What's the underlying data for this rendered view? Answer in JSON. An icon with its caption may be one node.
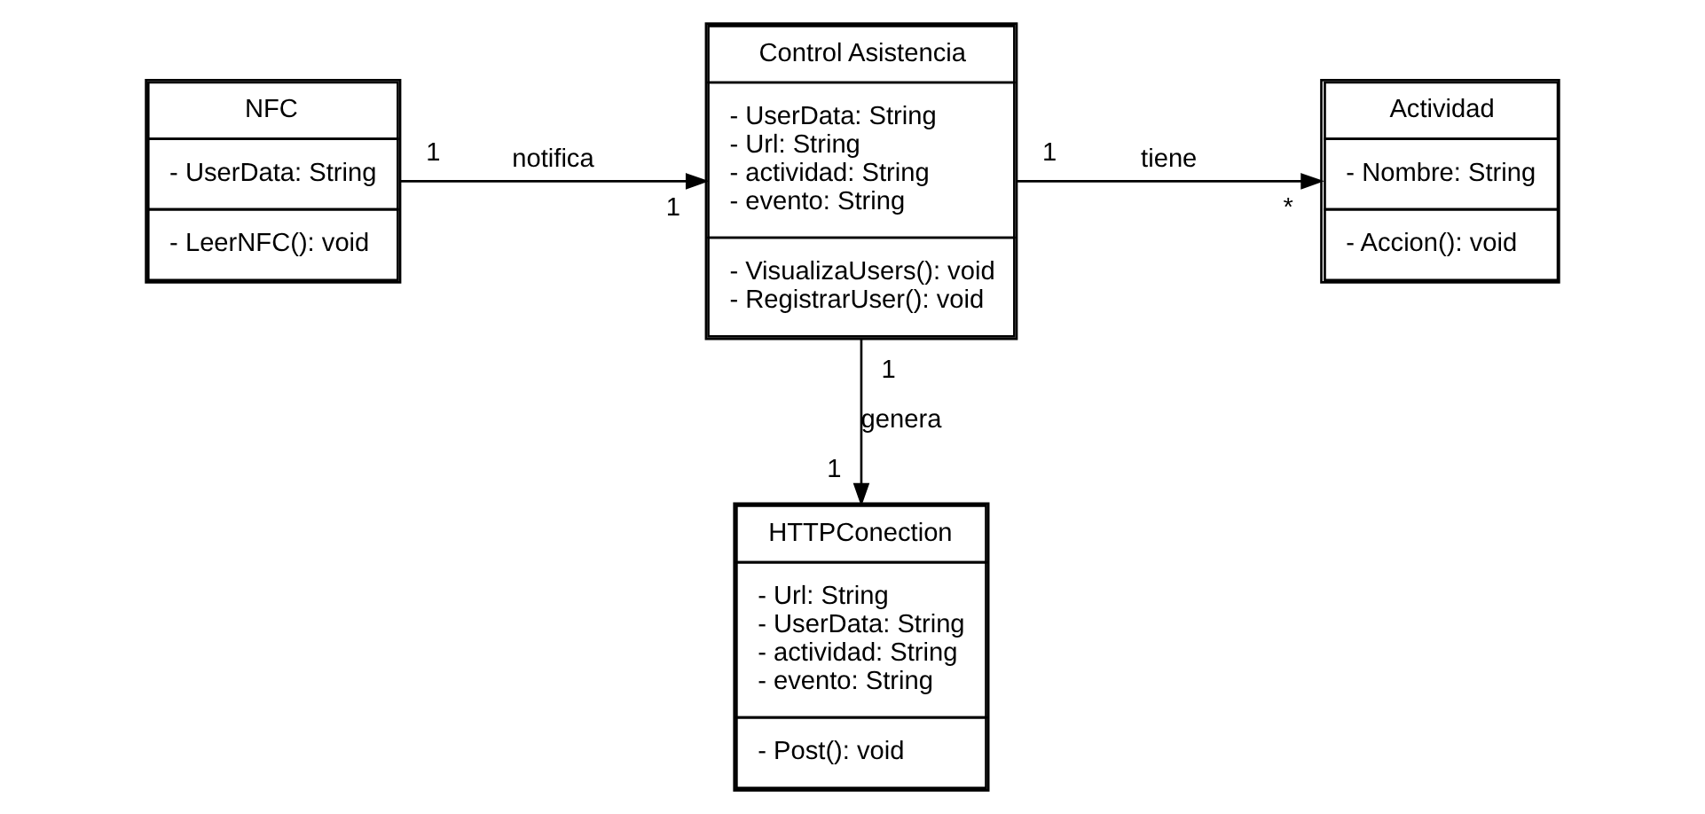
{
  "diagram": {
    "nodes": [
      {
        "text": [
          "NFC",
          "- UserData: String",
          "- LeerNFC(): void"
        ]
      },
      {
        "text": [
          "Control Asistencia",
          "- UserData: String - Url: String - actividad: String - evento: String",
          "- VisualizaUsers(): void - RegistrarUser(): void"
        ]
      },
      {
        "text": [
          "HTTPConection",
          "- Url: String - UserData: String - actividad: String - evento: String",
          "- Post(): void"
        ]
      },
      {
        "text": [
          "Actividad",
          "- Nombre: String",
          "- Accion(): void"
        ]
      }
    ],
    "edges": [
      {
        "from": 0,
        "to": 1,
        "arrow": "to",
        "label": "notifica"
      },
      {
        "from": 1,
        "to": 3,
        "arrow": "to",
        "label": "tiene"
      },
      {
        "from": 1,
        "to": 2,
        "arrow": "to",
        "label": "genera"
      }
    ],
    "labels": [
      "1",
      "1",
      "1",
      "*",
      "1",
      "1"
    ]
  }
}
